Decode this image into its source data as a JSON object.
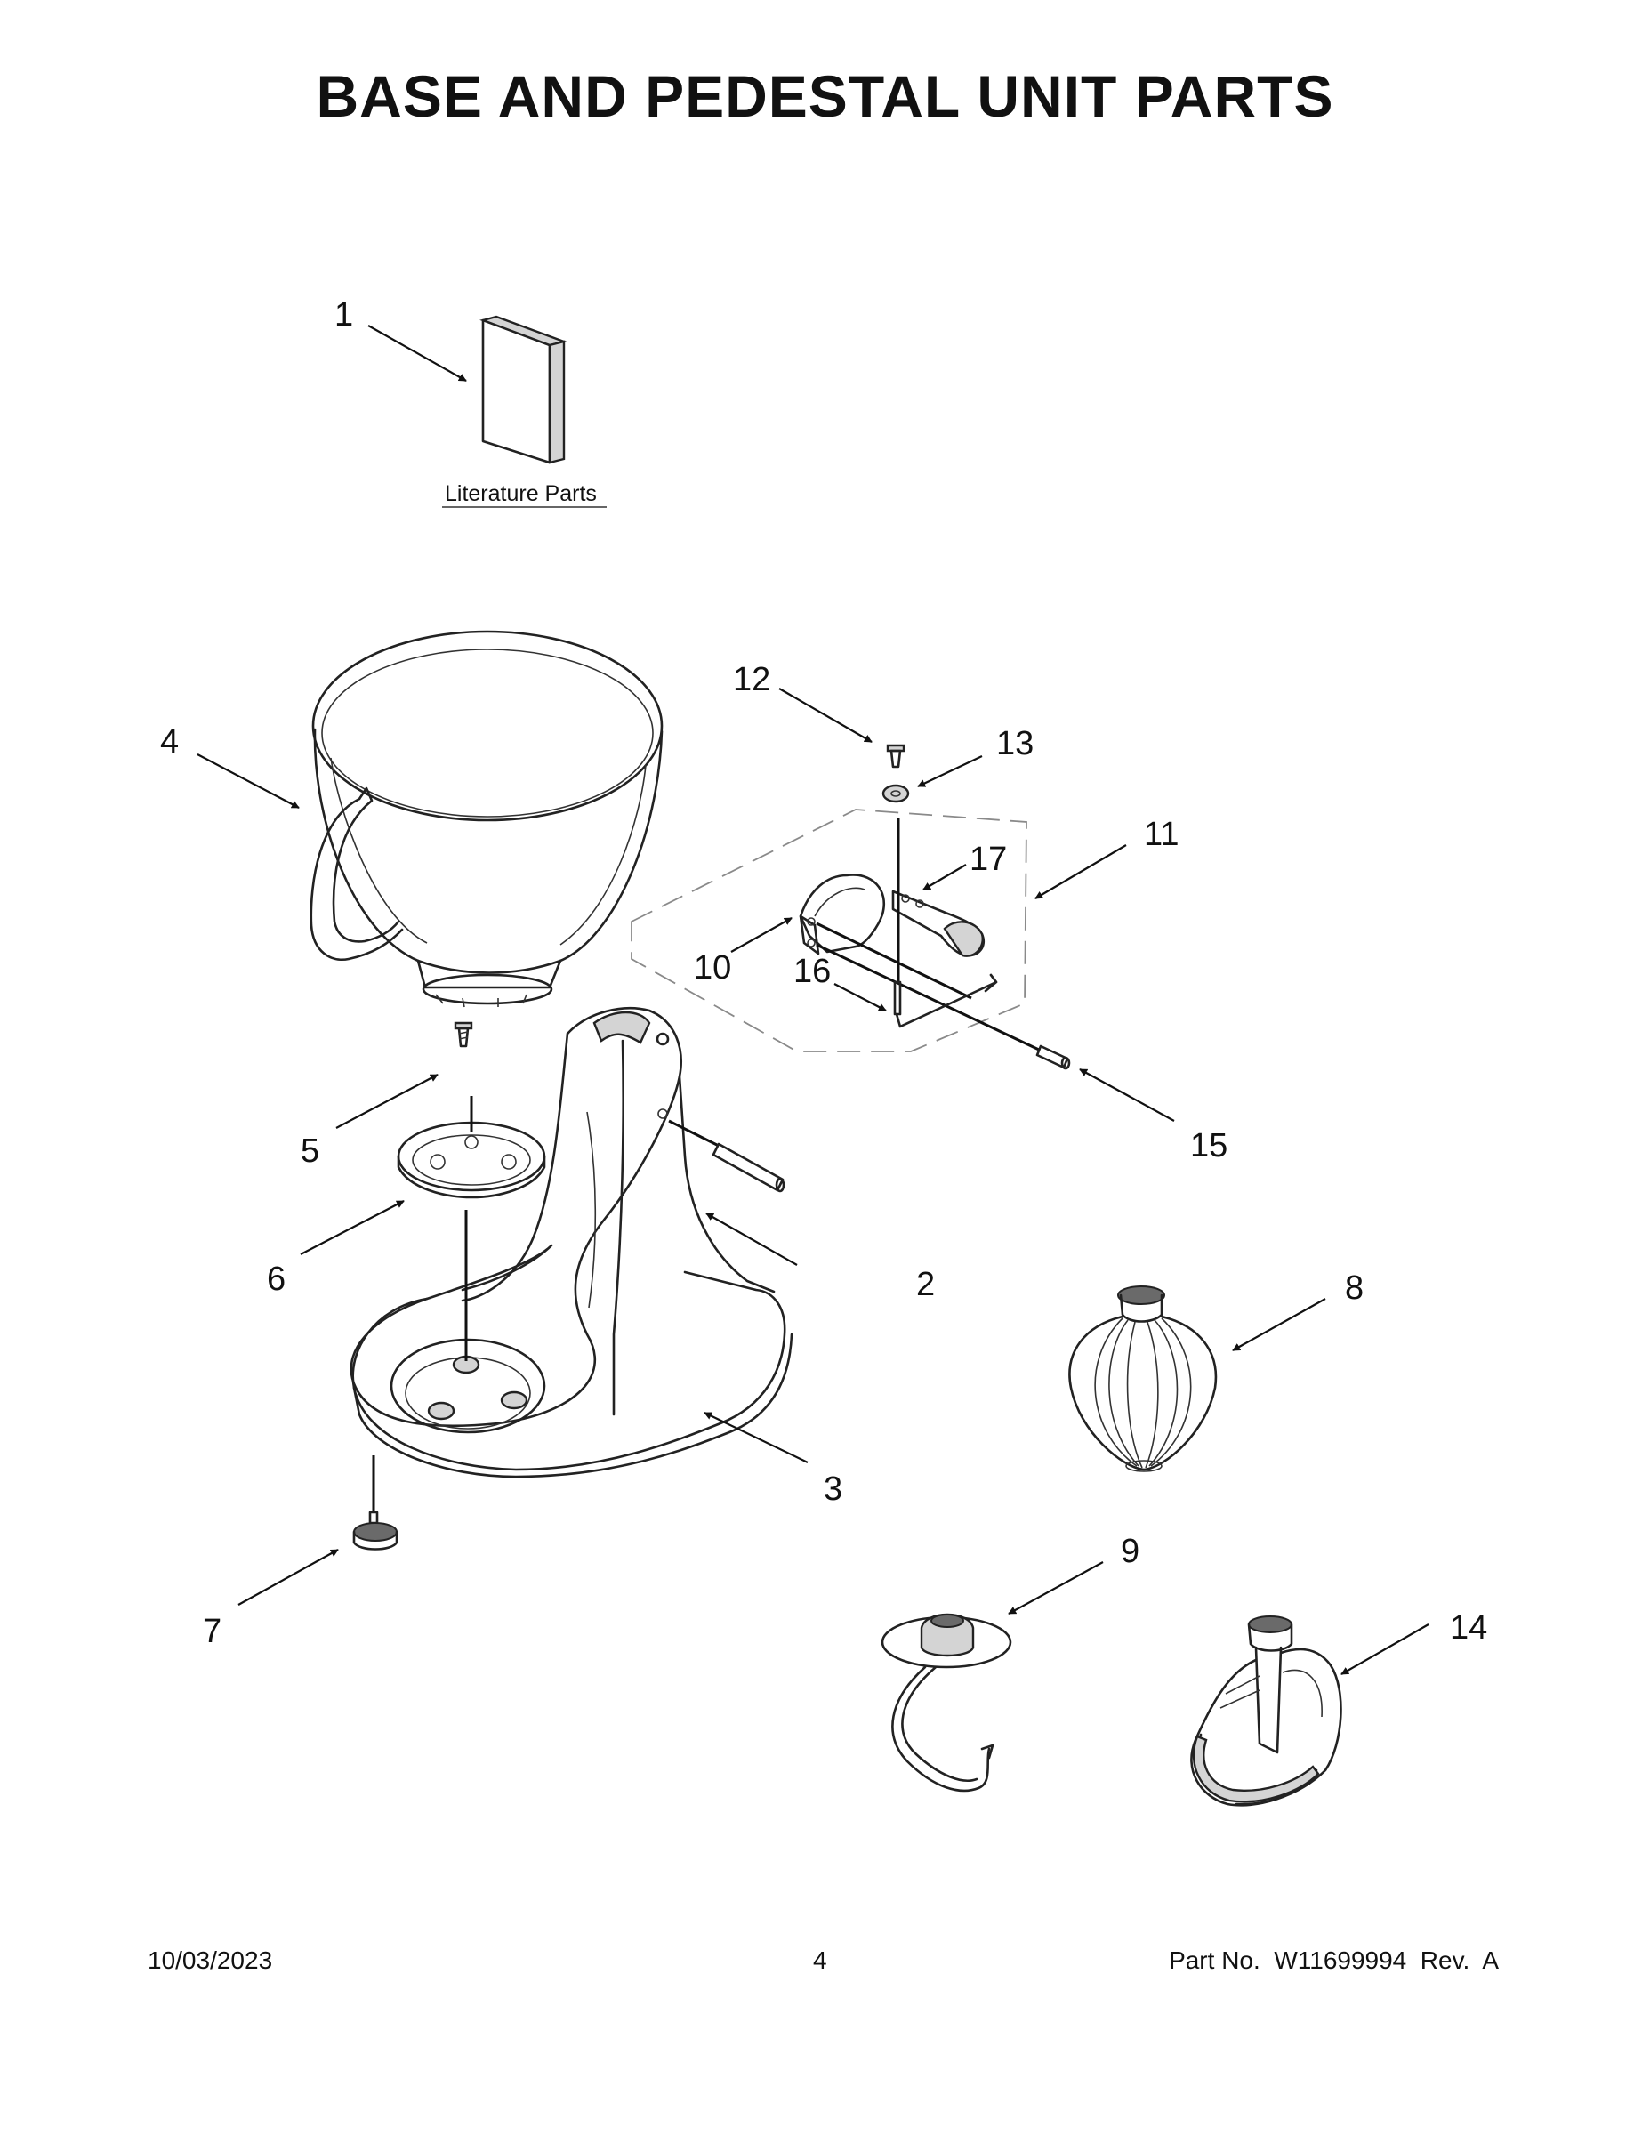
{
  "title": "BASE AND PEDESTAL UNIT PARTS",
  "literature_label": "Literature Parts",
  "callouts": {
    "c1": "1",
    "c2": "2",
    "c3": "3",
    "c4": "4",
    "c5": "5",
    "c6": "6",
    "c7": "7",
    "c8": "8",
    "c9": "9",
    "c10": "10",
    "c11": "11",
    "c12": "12",
    "c13": "13",
    "c14": "14",
    "c15": "15",
    "c16": "16",
    "c17": "17"
  },
  "footer": {
    "date": "10/03/2023",
    "page": "4",
    "part_no": "Part No.  W11699994  Rev.  A"
  }
}
